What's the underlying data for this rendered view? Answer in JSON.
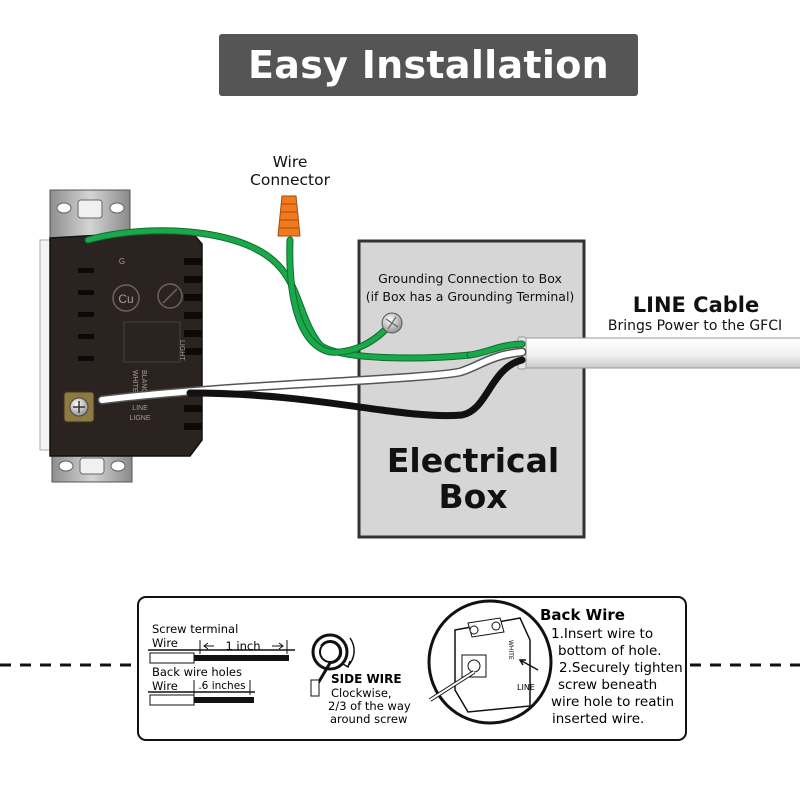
{
  "title": "Easy Installation",
  "labels": {
    "wire_connector": [
      "Wire",
      "Connector"
    ],
    "grounding": [
      "Grounding Connection to Box",
      "(if Box has a Grounding Terminal)"
    ],
    "line_cable_title": "LINE Cable",
    "line_cable_sub": "Brings Power to the GFCI",
    "electrical_box": [
      "Electrical",
      "Box"
    ]
  },
  "receptacle_markings": {
    "cu": "Cu",
    "ground": "G",
    "white": "WHITE",
    "blanc": "BLANC",
    "line": "LINE",
    "ligne": "LIGNE",
    "light": "LIGHT"
  },
  "instructions": {
    "screw_terminal_label": "Screw terminal",
    "screw_wire_label": "Wire",
    "screw_strip_length": "1 inch",
    "back_holes_label": "Back wire holes",
    "back_wire_label": "Wire",
    "back_strip_length": ".6 inches",
    "side_wire_title": "SIDE WIRE",
    "side_wire_text": [
      "Clockwise,",
      "2/3 of the way",
      "around screw"
    ],
    "back_wire_title": "Back Wire",
    "back_wire_steps": [
      "1.Insert wire to",
      "bottom of hole.",
      "2.Securely tighten",
      "screw beneath",
      "wire hole to reatin",
      "inserted wire."
    ],
    "detail_line_label": "LINE",
    "detail_white_label": "WHITE"
  },
  "colors": {
    "banner": "#555555",
    "ground_wire": "#1aa84a",
    "hot_wire": "#111111",
    "neutral_wire": "#ffffff",
    "box_fill": "#d6d6d6",
    "box_border": "#333333",
    "connector": "#f07a1e",
    "receptacle": "#2a2320"
  }
}
